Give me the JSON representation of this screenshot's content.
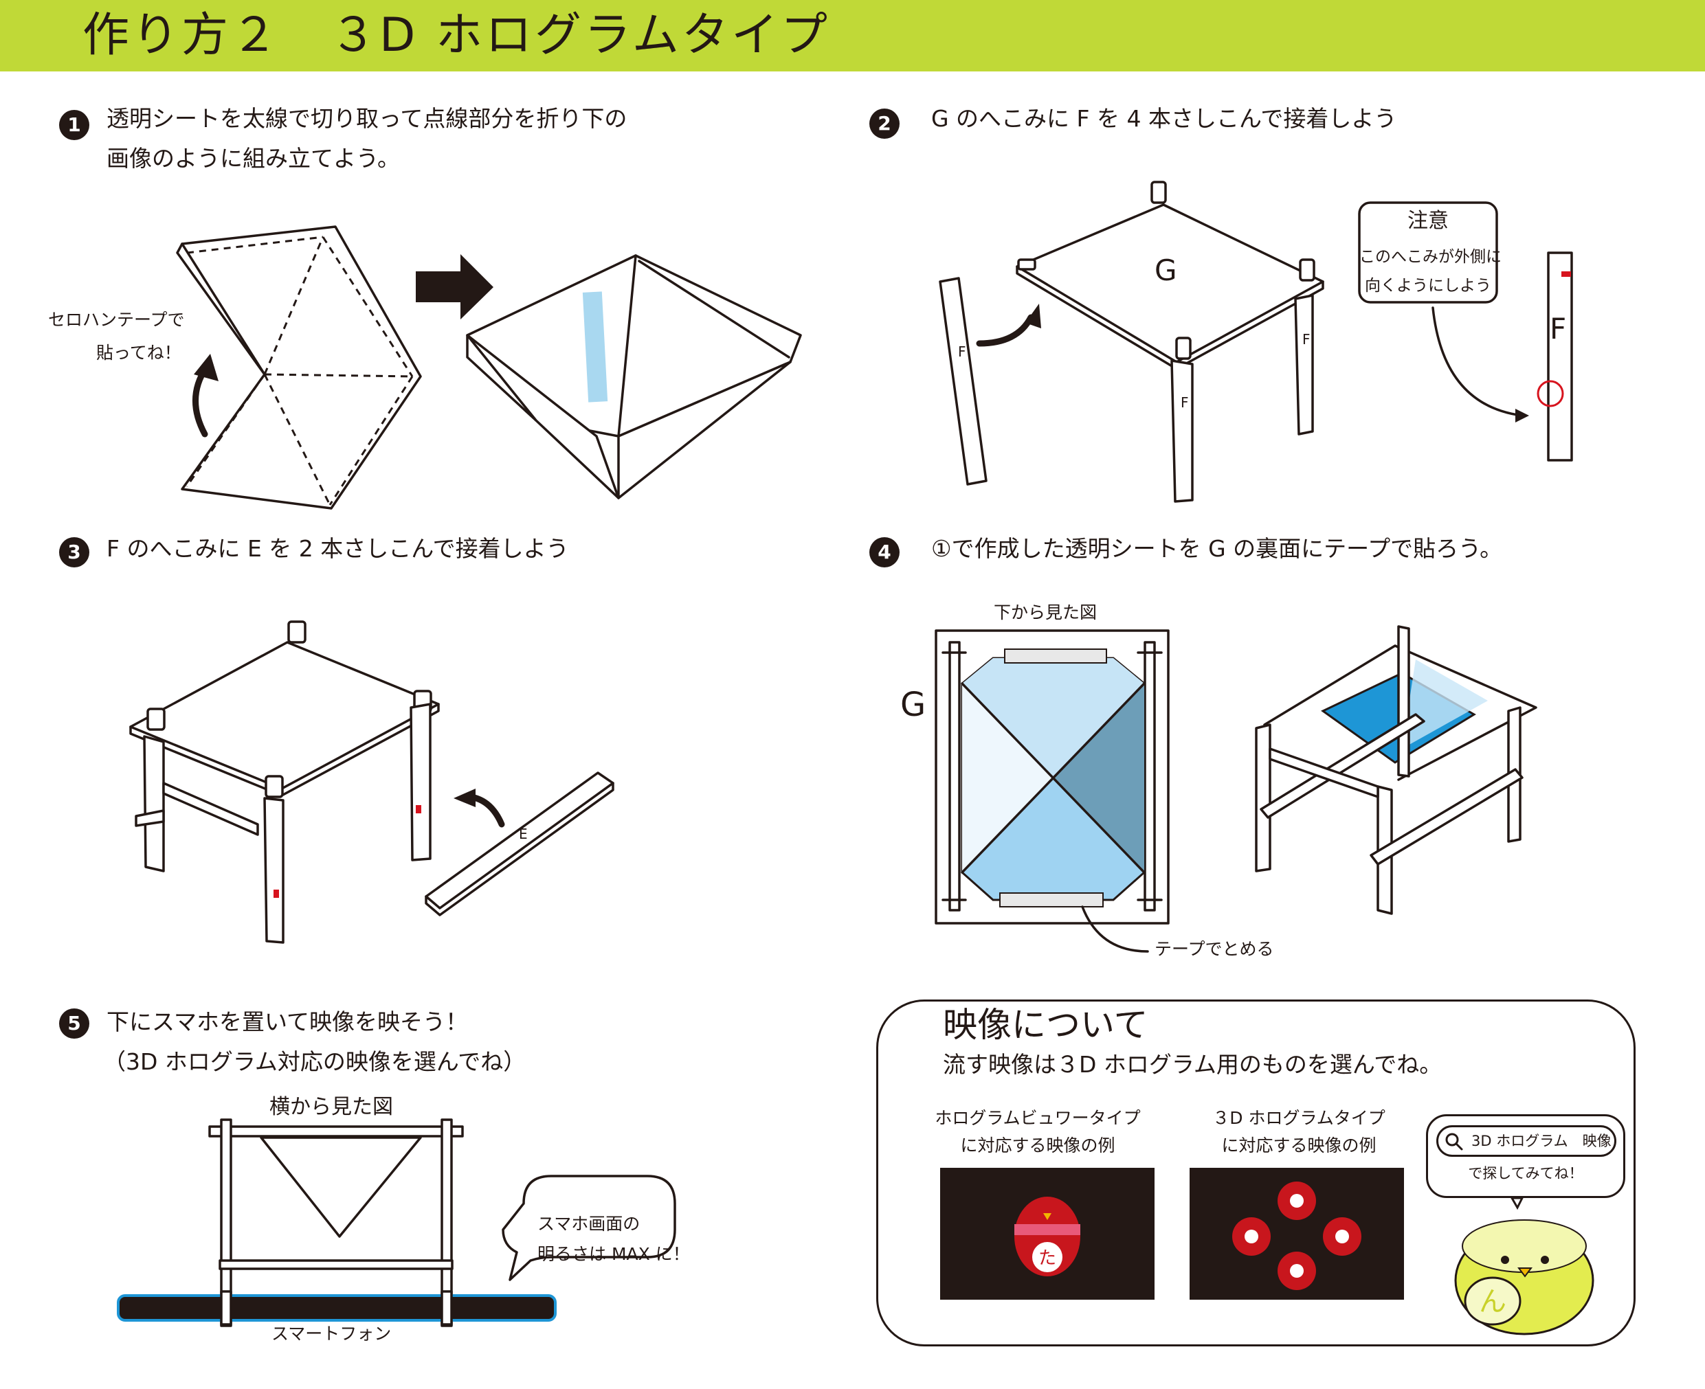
{
  "header": {
    "title": "作り方２　３D ホログラムタイプ",
    "bar_color": "#c0d937"
  },
  "steps": [
    {
      "num": "1",
      "lines": [
        "透明シートを太線で切り取って点線部分を折り下の",
        "画像のように組み立てよう。"
      ]
    },
    {
      "num": "2",
      "lines": [
        "G のへこみに F を 4 本さしこんで接着しよう"
      ]
    },
    {
      "num": "3",
      "lines": [
        "F のへこみに E を 2 本さしこんで接着しよう"
      ]
    },
    {
      "num": "4",
      "lines": [
        "①で作成した透明シートを G の裏面にテープで貼ろう。"
      ]
    },
    {
      "num": "5",
      "lines": [
        "下にスマホを置いて映像を映そう！",
        "（3D ホログラム対応の映像を選んでね）"
      ]
    }
  ],
  "step1": {
    "tape_note": [
      "セロハンテープで",
      "貼ってね！"
    ]
  },
  "step2": {
    "board_label": "G",
    "leg_label": "F",
    "caution_title": "注意",
    "caution_lines": [
      "このへこみが外側に",
      "向くようにしよう"
    ]
  },
  "step3": {
    "bar_label": "E"
  },
  "step4": {
    "view_label": "下から見た図",
    "board_label": "G",
    "tape_label": "テープでとめる"
  },
  "step5": {
    "view_label": "横から見た図",
    "phone_label": "スマートフォン",
    "bubble_lines": [
      "スマホ画面の",
      "明るさは MAX に！"
    ]
  },
  "video": {
    "title": "映像について",
    "desc": "流す映像は３D ホログラム用のものを選んでね。",
    "example1_lines": [
      "ホログラムビュワータイプ",
      "に対応する映像の例"
    ],
    "example2_lines": [
      "３D ホログラムタイプ",
      "に対応する映像の例"
    ],
    "search_text": "3D ホログラム　映像",
    "search_suffix": "で探してみてね！",
    "icons": [
      "search-icon"
    ]
  },
  "colors": {
    "ink": "#231815",
    "light_blue": "#a9d8f0",
    "mid_blue": "#9fcde8",
    "dark_blue": "#6d9eb8",
    "accent_red": "#d7141e",
    "character_yellow": "#e3ec4f"
  }
}
